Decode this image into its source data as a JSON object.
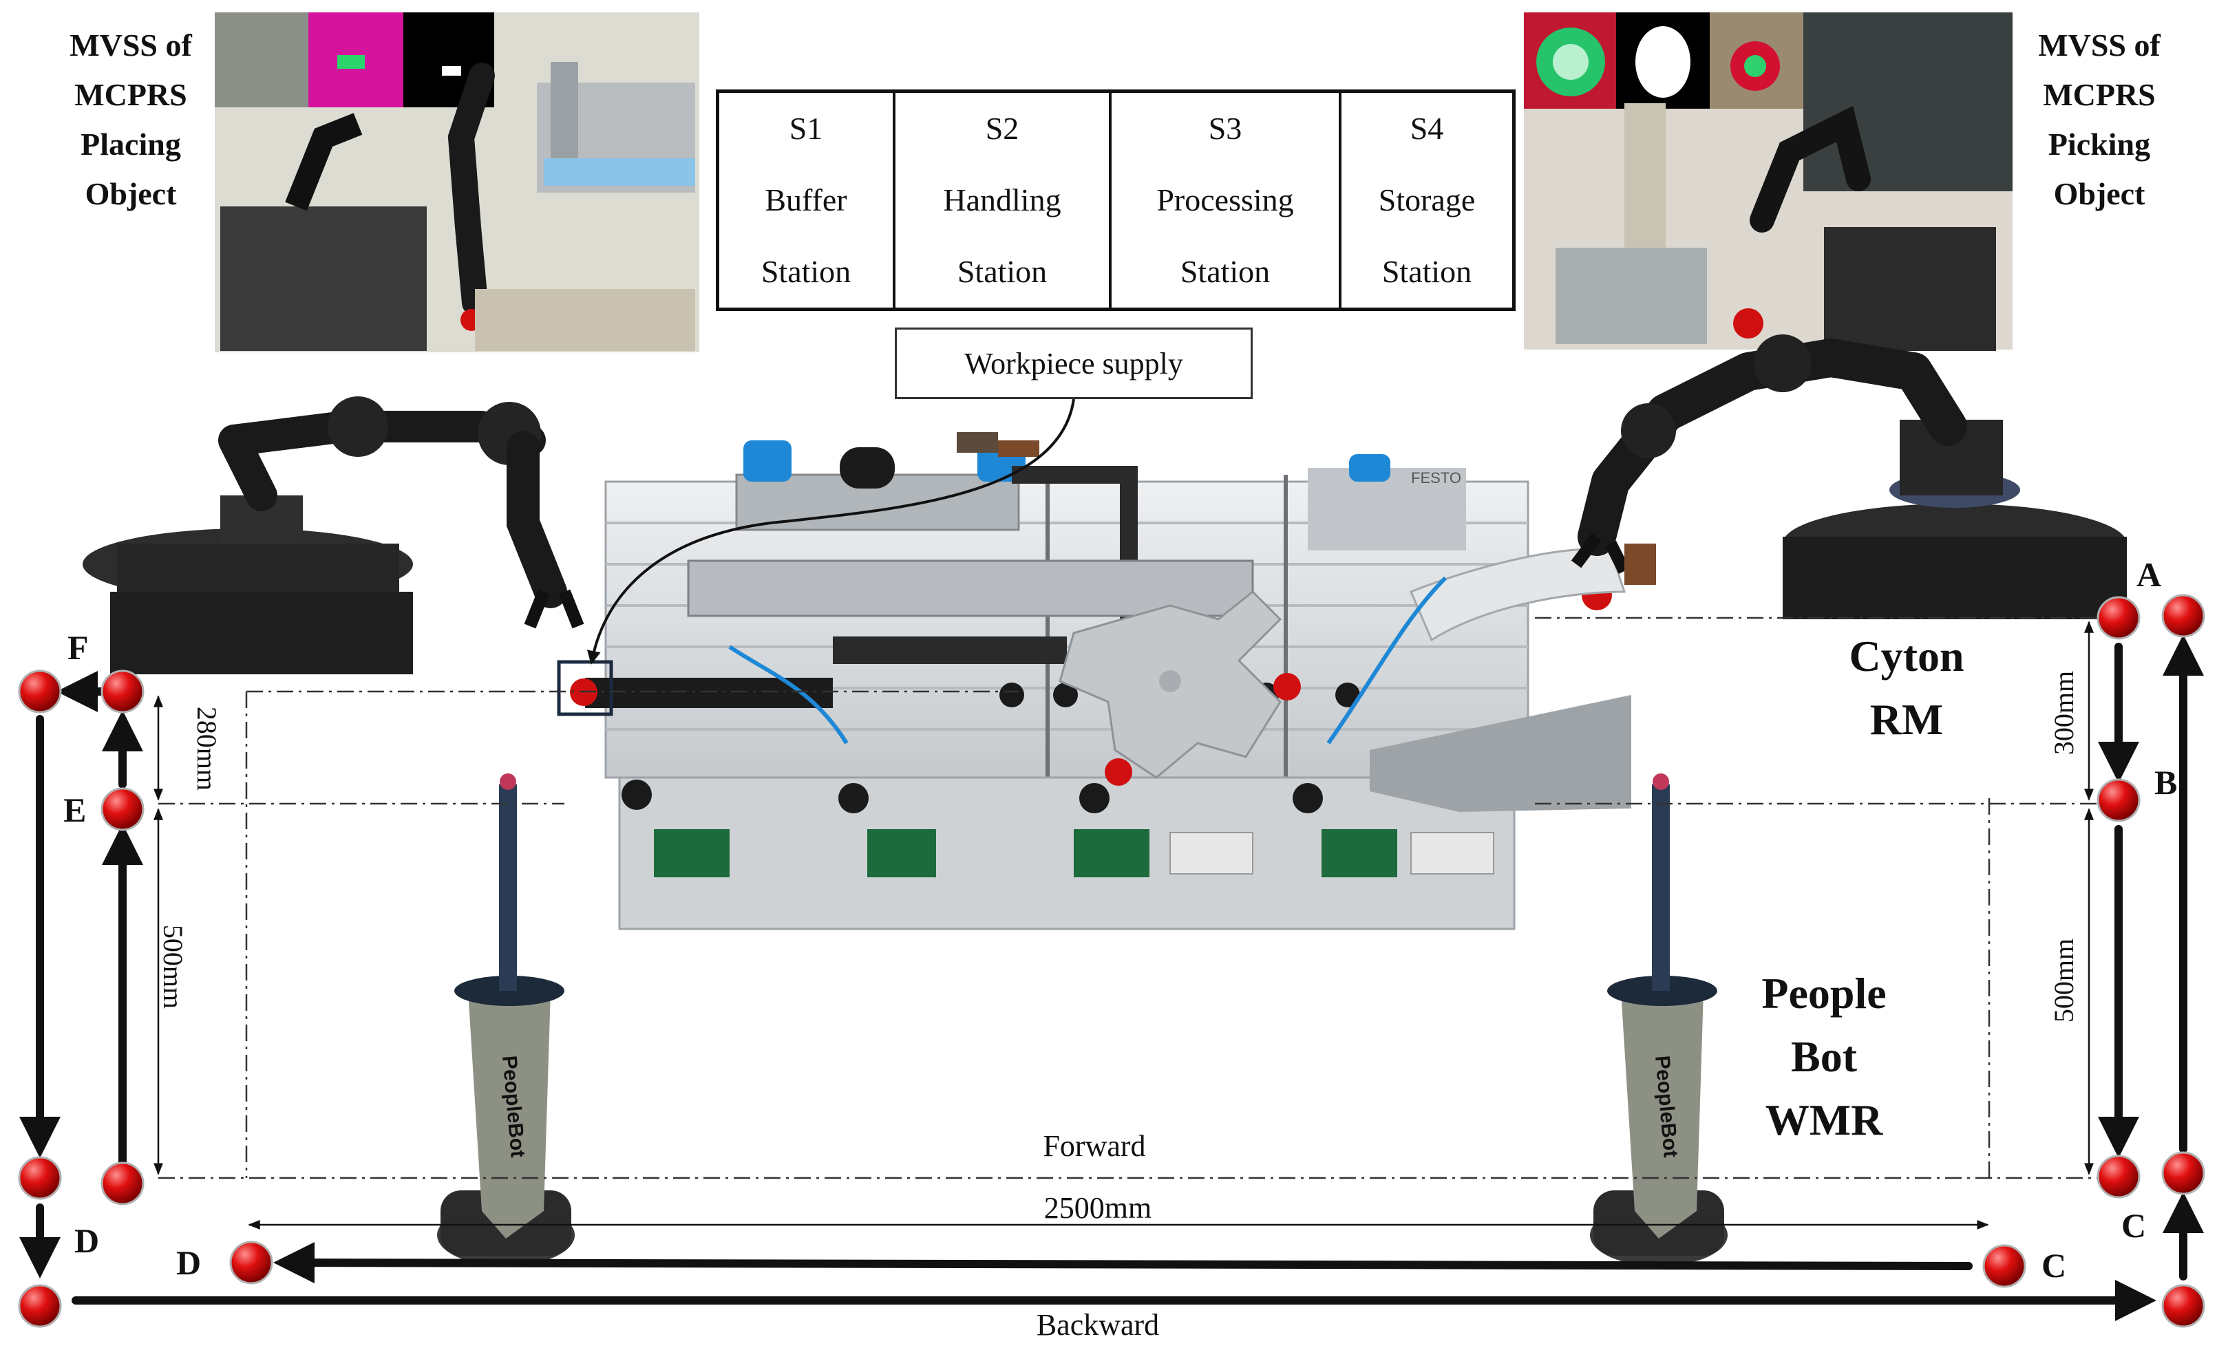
{
  "photos": {
    "left": {
      "label_lines": [
        "MVSS of",
        "MCPRS",
        "Placing",
        "Object"
      ]
    },
    "right": {
      "label_lines": [
        "MVSS of",
        "MCPRS",
        "Picking",
        "Object"
      ]
    }
  },
  "stations": [
    {
      "id": "S1",
      "line1": "Buffer",
      "line2": "Station"
    },
    {
      "id": "S2",
      "line1": "Handling",
      "line2": "Station"
    },
    {
      "id": "S3",
      "line1": "Processing",
      "line2": "Station"
    },
    {
      "id": "S4",
      "line1": "Storage",
      "line2": "Station"
    }
  ],
  "supply_label": "Workpiece supply",
  "robots": {
    "cyton": {
      "line1": "Cyton",
      "line2": "RM"
    },
    "peoplebot": {
      "line1": "People",
      "line2": "Bot",
      "line3": "WMR",
      "body_text": "PeopleBot"
    }
  },
  "points": {
    "A": "A",
    "B": "B",
    "C_right": "C",
    "C_bottom": "C",
    "D_left": "D",
    "D_bottom": "D",
    "E": "E",
    "F": "F"
  },
  "dimensions": {
    "left_top": "280mm",
    "left_bottom": "500mm",
    "right_top": "300mm",
    "right_bottom": "500mm",
    "bottom": "2500mm"
  },
  "path_labels": {
    "forward": "Forward",
    "backward": "Backward"
  },
  "colors": {
    "marker": "#e01010",
    "arrow": "#111111",
    "aluminium": "#d9dcdf",
    "robot": "#222222",
    "accent_blue": "#1e88d6"
  }
}
